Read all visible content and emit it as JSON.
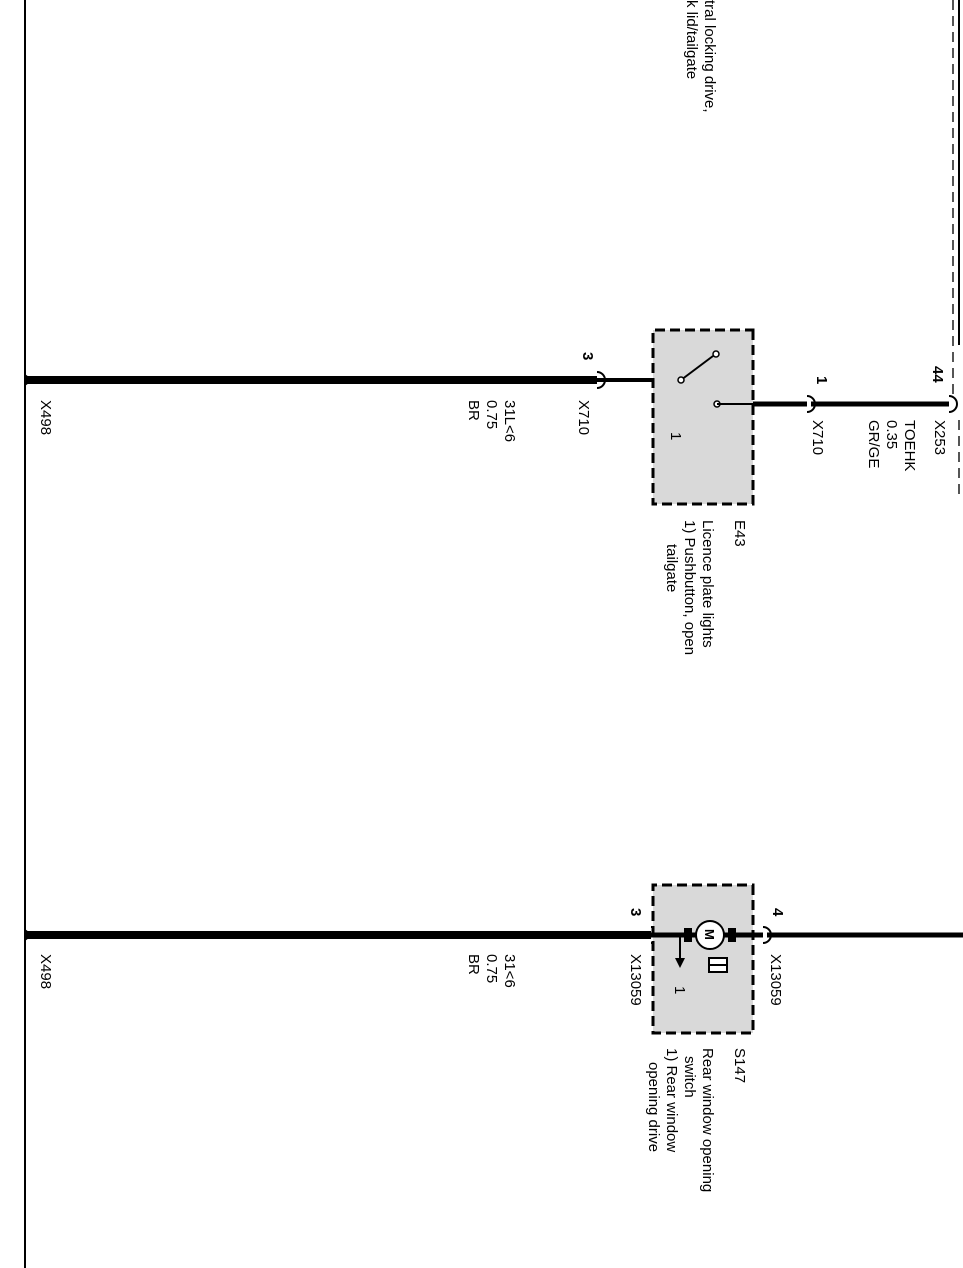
{
  "colors": {
    "wire": "#000000",
    "component_fill": "#d9d9d9",
    "dash": "#000000",
    "dim_wire": "#666666"
  },
  "top_partial": {
    "line1": "tral locking drive,",
    "line2": "k lid/tailgate"
  },
  "circuit_1": {
    "ground_connector": "X498",
    "wire_label": {
      "circuit": "31L<6",
      "size": "0.75",
      "color": "BR"
    },
    "pin_in": "3",
    "pin_in_connector": "X710",
    "component_pin": "1",
    "pin_out": "1",
    "pin_out_connector": "X710",
    "out_wire_label": {
      "circuit": "TOEHK",
      "size": "0.35",
      "color": "GR/GE"
    },
    "far_pin": "44",
    "far_connector": "X253",
    "component": {
      "code": "E43",
      "name": "Licence plate lights",
      "note_line1": "1) Pushbutton, open",
      "note_line2": "tailgate"
    }
  },
  "circuit_2": {
    "ground_connector": "X498",
    "wire_label": {
      "circuit": "31<6",
      "size": "0.75",
      "color": "BR"
    },
    "pin_in": "3",
    "pin_in_connector": "X13059",
    "component_pin": "1",
    "pin_out": "4",
    "pin_out_connector": "X13059",
    "motor_letter": "M",
    "component": {
      "code": "S147",
      "name_line1": "Rear window opening",
      "name_line2": "switch",
      "note_line1": "1) Rear window",
      "note_line2": "opening drive"
    }
  }
}
